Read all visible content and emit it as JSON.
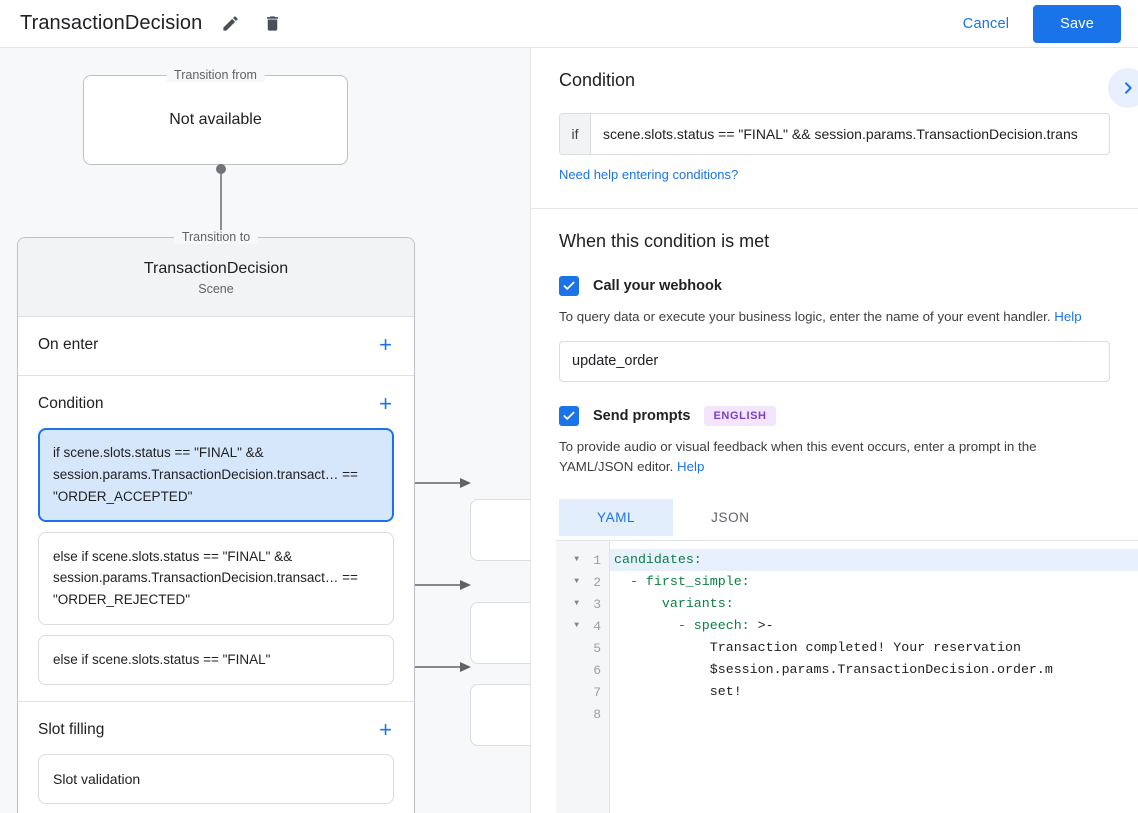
{
  "topbar": {
    "title": "TransactionDecision",
    "edit_icon": "pencil-icon",
    "delete_icon": "trash-icon",
    "cancel_label": "Cancel",
    "save_label": "Save",
    "accent_color": "#1a73e8"
  },
  "canvas": {
    "transition_from": {
      "legend": "Transition from",
      "value": "Not available"
    },
    "scene": {
      "legend": "Transition to",
      "title": "TransactionDecision",
      "subtitle": "Scene"
    },
    "sections": [
      {
        "label": "On enter",
        "add_label": "+",
        "items": []
      },
      {
        "label": "Condition",
        "add_label": "+",
        "items": [
          "if scene.slots.status == \"FINAL\" && session.params.TransactionDecision.transact… == \"ORDER_ACCEPTED\"",
          "else if scene.slots.status == \"FINAL\" && session.params.TransactionDecision.transact… == \"ORDER_REJECTED\"",
          "else if scene.slots.status == \"FINAL\""
        ],
        "selected_index": 0
      },
      {
        "label": "Slot filling",
        "add_label": "+",
        "items": [
          "Slot validation"
        ]
      }
    ]
  },
  "panel": {
    "title": "Condition",
    "collapse_icon": "chevron-right-icon",
    "if_label": "if",
    "if_value": "scene.slots.status == \"FINAL\" && session.params.TransactionDecision.trans",
    "help_conditions_link": "Need help entering conditions?",
    "when_met_title": "When this condition is met",
    "webhook": {
      "checked": true,
      "label": "Call your webhook",
      "helper": "To query data or execute your business logic, enter the name of your event handler. ",
      "helper_link": "Help",
      "value": "update_order"
    },
    "prompts": {
      "checked": true,
      "label": "Send prompts",
      "badge": "ENGLISH",
      "badge_bg": "#f3e6fc",
      "badge_color": "#7c3fc4",
      "helper": "To provide audio or visual feedback when this event occurs, enter a prompt in the YAML/JSON editor. ",
      "helper_link": "Help",
      "tabs": [
        {
          "label": "YAML",
          "active": true
        },
        {
          "label": "JSON",
          "active": false
        }
      ]
    },
    "editor": {
      "language": "yaml",
      "line_numbers": [
        "1",
        "2",
        "3",
        "4",
        "5",
        "6",
        "7",
        "8"
      ],
      "foldable_lines": [
        1,
        2,
        3,
        4
      ],
      "highlighted_line": 1,
      "lines": [
        {
          "n": "1",
          "key": "candidates:",
          "rest": ""
        },
        {
          "n": "2",
          "key": "  - first_simple:",
          "rest": ""
        },
        {
          "n": "3",
          "key": "      variants:",
          "rest": ""
        },
        {
          "n": "4",
          "key": "        - speech:",
          "rest": " >-"
        },
        {
          "n": "5",
          "key": "",
          "rest": "            Transaction completed! Your reservation"
        },
        {
          "n": "6",
          "key": "",
          "rest": "            $session.params.TransactionDecision.order.m"
        },
        {
          "n": "7",
          "key": "",
          "rest": "            set!"
        },
        {
          "n": "8",
          "key": "",
          "rest": ""
        }
      ]
    }
  }
}
